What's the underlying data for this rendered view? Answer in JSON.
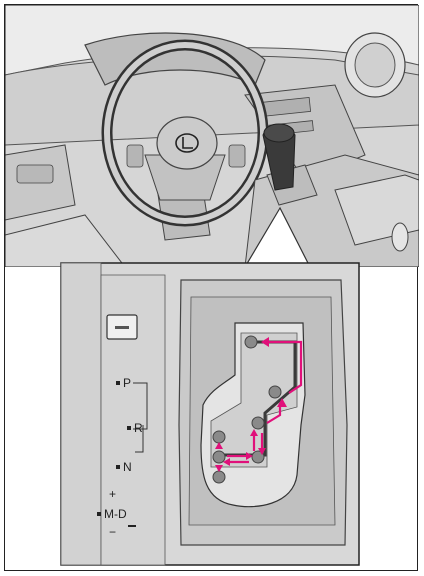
{
  "gate_labels": {
    "park": "P",
    "reverse": "R",
    "neutral": "N",
    "plus": "+",
    "manual_drive": "M-D",
    "minus": "−"
  },
  "colors": {
    "arrow": "#e0107a",
    "dark_arrow": "#3a3a3a",
    "gate_button": "#8a8a8a"
  },
  "icons": [
    "steering-wheel-icon",
    "lexus-emblem-icon",
    "shift-lever-icon",
    "shift-pattern-arrow-icon"
  ]
}
